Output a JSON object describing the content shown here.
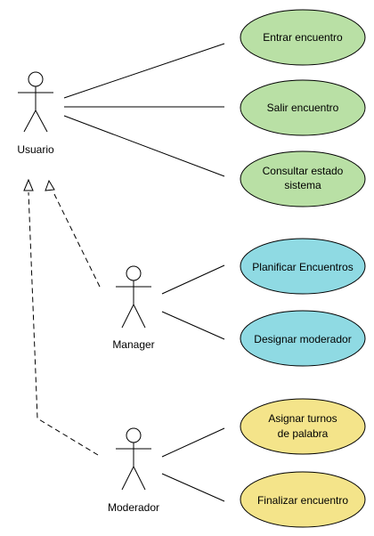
{
  "colors": {
    "green": "#b9e0a5",
    "cyan": "#8fdae3",
    "yellow": "#f4e48a",
    "stroke": "#000000"
  },
  "actors": {
    "usuario": {
      "label": "Usuario"
    },
    "manager": {
      "label": "Manager"
    },
    "moderador": {
      "label": "Moderador"
    }
  },
  "use_cases": {
    "entrar": {
      "line1": "Entrar encuentro",
      "line2": ""
    },
    "salir": {
      "line1": "Salir encuentro",
      "line2": ""
    },
    "consultar": {
      "line1": "Consultar estado",
      "line2": "sistema"
    },
    "planificar": {
      "line1": "Planificar Encuentros",
      "line2": ""
    },
    "designar": {
      "line1": "Designar moderador",
      "line2": ""
    },
    "asignar": {
      "line1": "Asignar turnos",
      "line2": "de palabra"
    },
    "finalizar": {
      "line1": "Finalizar encuentro",
      "line2": ""
    }
  }
}
